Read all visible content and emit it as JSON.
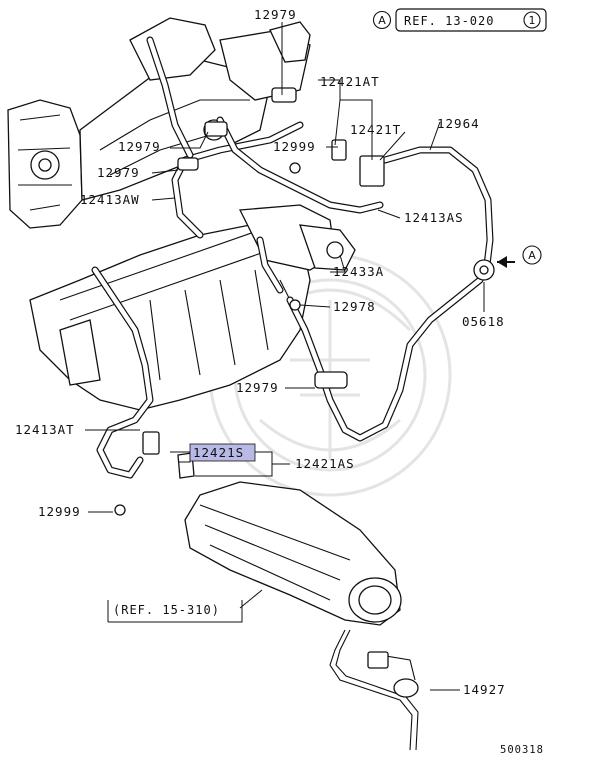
{
  "labels": {
    "ref_top": "REF. 13-020",
    "ref_top_index": "1",
    "ref_bottom": "(REF. 15-310)",
    "arrow_target": "A",
    "arrow_source": "A",
    "p12979_top": "12979",
    "p12421AT": "12421AT",
    "p12421T": "12421T",
    "p12964": "12964",
    "p12979_mid": "12979",
    "p12999_top": "12999",
    "p12979_left": "12979",
    "p12413AW": "12413AW",
    "p12413AS": "12413AS",
    "p12433A": "12433A",
    "p12978": "12978",
    "p05618": "05618",
    "p12979_low": "12979",
    "p12413AT": "12413AT",
    "p12421S": "12421S",
    "p12421AS": "12421AS",
    "p12999_bottom": "12999",
    "p14927": "14927",
    "diagram_number": "500318"
  },
  "colors": {
    "line": "#111111",
    "highlight": "#b9b9e6",
    "watermark": "#e4e4e4",
    "background": "#ffffff"
  }
}
